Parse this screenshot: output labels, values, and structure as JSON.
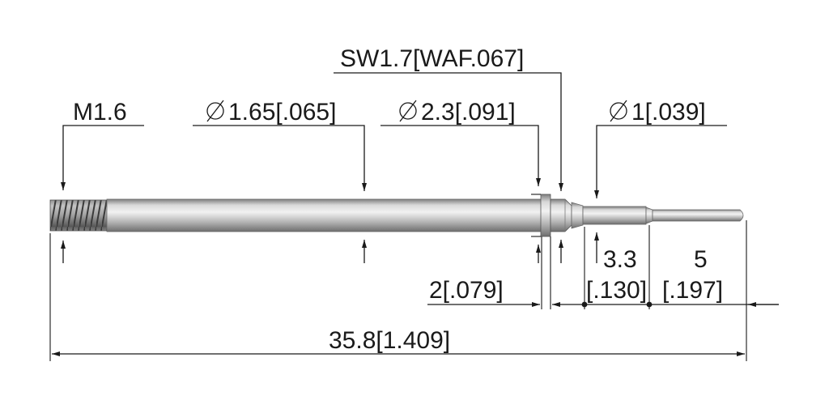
{
  "labels": {
    "thread": "M1.6",
    "body_diameter": "1.65[.065]",
    "collar_diameter": "2.3[.091]",
    "hex": "SW1.7[WAF.067]",
    "tip_diameter": "1[.039]",
    "collar_length": "2[.079]",
    "step_length_top": "3.3",
    "step_length_bottom": "[.130]",
    "tip_length_top": "5",
    "tip_length_bottom": "[.197]",
    "overall_length": "35.8[1.409]"
  },
  "symbols": {
    "diameter": "diameter-symbol-icon"
  },
  "colors": {
    "line": "#1a1a1a",
    "metal_light": "#e4e4e4",
    "metal_dark": "#8a8a8a"
  }
}
